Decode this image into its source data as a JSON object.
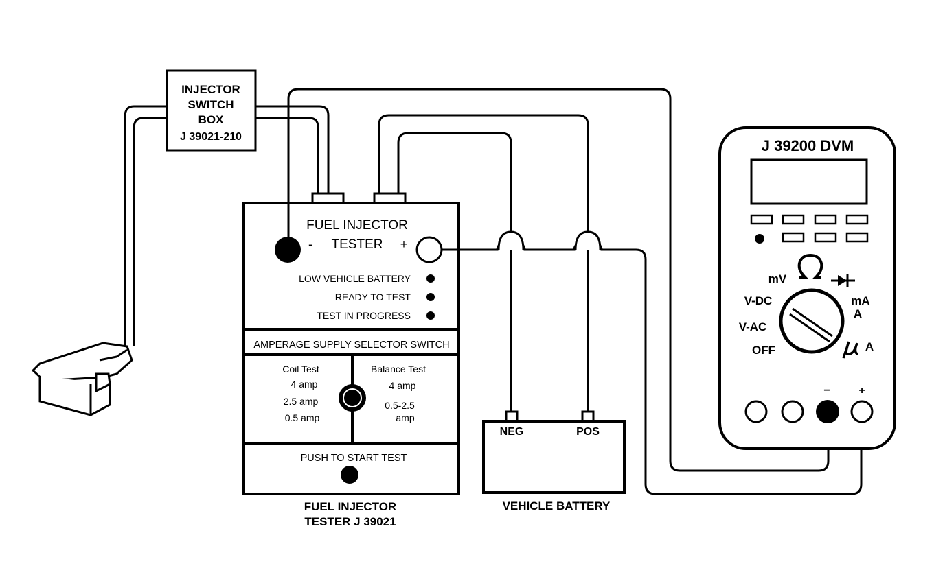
{
  "switch_box": {
    "line1": "INJECTOR",
    "line2": "SWITCH",
    "line3": "BOX",
    "line4": "J 39021-210"
  },
  "tester": {
    "title_line1": "FUEL INJECTOR",
    "title_line2": "TESTER",
    "neg_sign": "-",
    "pos_sign": "+",
    "indicators": [
      "LOW VEHICLE BATTERY",
      "READY TO TEST",
      "TEST IN PROGRESS"
    ],
    "selector_title": "AMPERAGE SUPPLY SELECTOR SWITCH",
    "coil_test": [
      "Coil Test",
      "4 amp",
      "2.5 amp",
      "0.5 amp"
    ],
    "balance_test": [
      "Balance Test",
      "4 amp",
      "0.5-2.5",
      "amp"
    ],
    "push_label": "PUSH TO START TEST",
    "caption_line1": "FUEL INJECTOR",
    "caption_line2": "TESTER J 39021"
  },
  "battery": {
    "neg": "NEG",
    "pos": "POS",
    "caption": "VEHICLE BATTERY"
  },
  "dvm": {
    "title": "J 39200 DVM",
    "mv": "mV",
    "vdc": "V-DC",
    "vac": "V-AC",
    "off": "OFF",
    "ma": "mA",
    "a": "A",
    "ua": "A",
    "minus": "−",
    "plus": "+",
    "ohm_icon": "ohm-icon",
    "diode_icon": "diode-icon",
    "micro_icon": "micro-symbol"
  }
}
